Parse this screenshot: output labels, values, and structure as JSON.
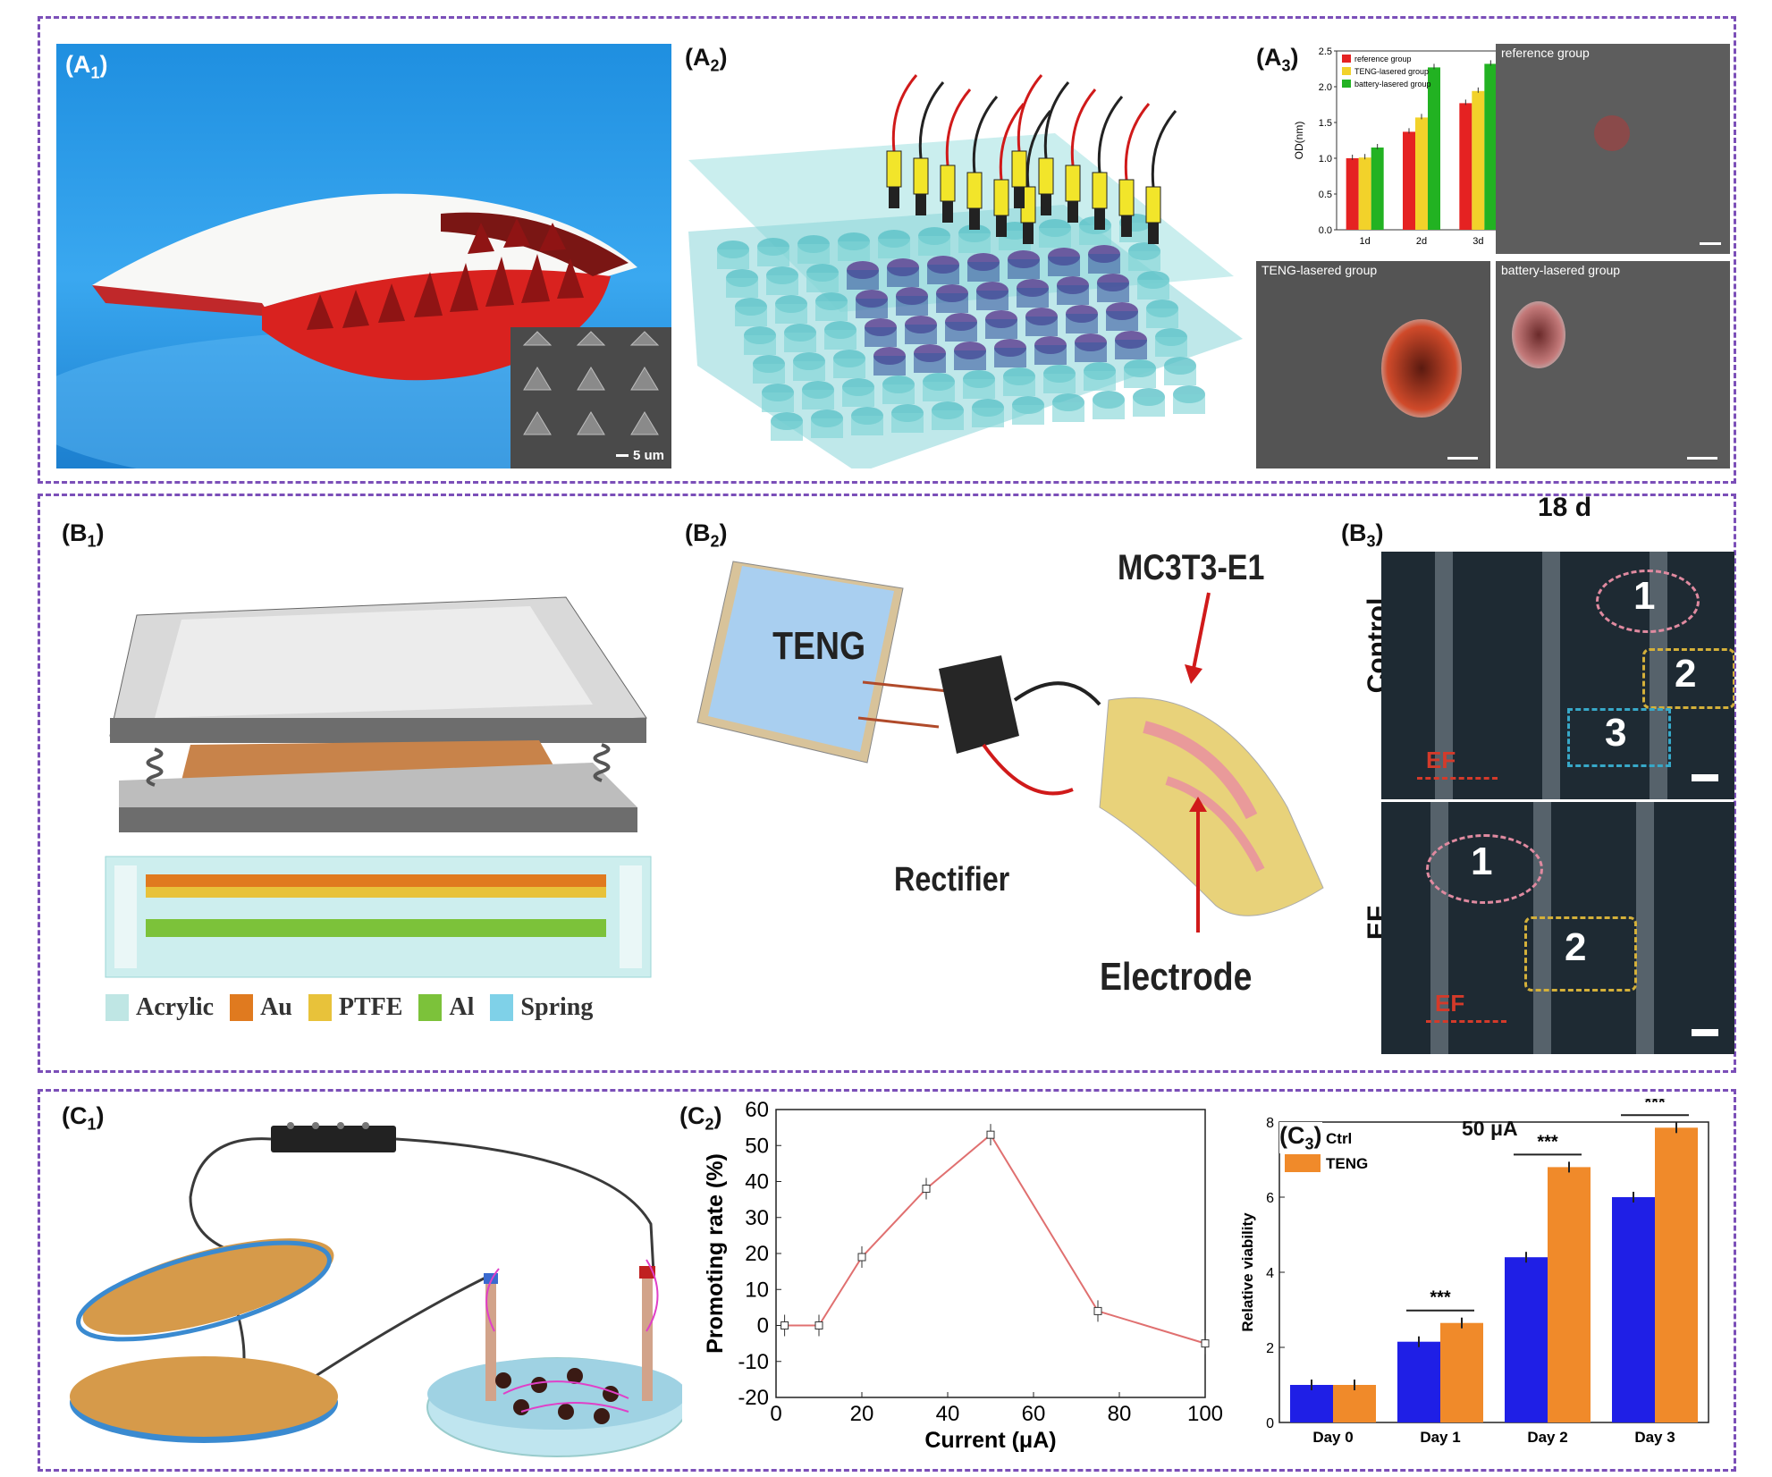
{
  "panels": {
    "a1": {
      "label": "A",
      "sub": "1",
      "scale_bar": "5 um"
    },
    "a2": {
      "label": "A",
      "sub": "2"
    },
    "a3": {
      "label": "A",
      "sub": "3",
      "micrograph_titles": [
        "reference group",
        "TENG-lasered group",
        "battery-lasered group"
      ]
    },
    "b1": {
      "label": "B",
      "sub": "1",
      "legend": [
        "Acrylic",
        "Au",
        "PTFE",
        "Al",
        "Spring"
      ],
      "legend_colors": [
        "#bfe6e4",
        "#e07a1f",
        "#e8c23a",
        "#7cc23a",
        "#7fd1e8"
      ]
    },
    "b2": {
      "label": "B",
      "sub": "2",
      "teng": "TENG",
      "cell": "MC3T3-E1",
      "rectifier": "Rectifier",
      "electrode": "Electrode"
    },
    "b3": {
      "label": "B",
      "sub": "3",
      "time": "18 d",
      "row_control": "Control",
      "row_ef": "EF",
      "ef_arrow": "EF",
      "control_regions": [
        "1",
        "2",
        "3"
      ],
      "ef_regions": [
        "1",
        "2"
      ]
    },
    "c1": {
      "label": "C",
      "sub": "1"
    },
    "c2": {
      "label": "C",
      "sub": "2"
    },
    "c3": {
      "label": "C",
      "sub": "3",
      "annotation": "50 μA",
      "sig": "***"
    }
  },
  "chart_data": [
    {
      "id": "a3",
      "type": "bar",
      "categories": [
        "1d",
        "2d",
        "3d"
      ],
      "series": [
        {
          "name": "reference group",
          "values": [
            1.0,
            1.37,
            1.77
          ],
          "color": "#e52222"
        },
        {
          "name": "TENG-lasered group",
          "values": [
            1.01,
            1.57,
            1.94
          ],
          "color": "#f2d22a"
        },
        {
          "name": "battery-lasered group",
          "values": [
            1.15,
            2.27,
            2.32
          ],
          "color": "#22b222"
        }
      ],
      "ylabel": "OD(nm)",
      "ylim": [
        0,
        2.5
      ],
      "yticks": [
        "0.0",
        "0.5",
        "1.0",
        "1.5",
        "2.0",
        "2.5"
      ],
      "legend": "top-left"
    },
    {
      "id": "c2",
      "type": "line",
      "x": [
        2,
        10,
        20,
        35,
        50,
        75,
        100
      ],
      "y": [
        0,
        0,
        19,
        38,
        53,
        4,
        -5
      ],
      "xlabel": "Current (μA)",
      "ylabel": "Promoting rate (%)",
      "xlim": [
        0,
        100
      ],
      "ylim": [
        -20,
        60
      ],
      "xticks": [
        "0",
        "20",
        "40",
        "60",
        "80",
        "100"
      ],
      "yticks": [
        "-20",
        "-10",
        "0",
        "10",
        "20",
        "30",
        "40",
        "50",
        "60"
      ],
      "color": "#e07070"
    },
    {
      "id": "c3",
      "type": "bar",
      "categories": [
        "Day 0",
        "Day 1",
        "Day 2",
        "Day 3"
      ],
      "series": [
        {
          "name": "Ctrl",
          "values": [
            1.0,
            2.15,
            4.4,
            6.0
          ],
          "color": "#1f1fe6"
        },
        {
          "name": "TENG",
          "values": [
            1.0,
            2.65,
            6.8,
            7.85
          ],
          "color": "#f08a2a"
        }
      ],
      "ylabel": "Relative viability",
      "ylim": [
        0,
        8
      ],
      "yticks": [
        "0",
        "2",
        "4",
        "6",
        "8"
      ],
      "legend": "top-left"
    }
  ]
}
